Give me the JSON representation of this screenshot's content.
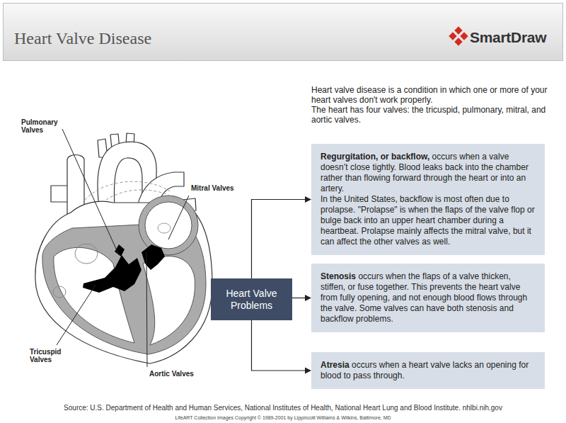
{
  "diagram": {
    "title": "Heart Valve Disease",
    "nodes": [
      {
        "text": [
          "Heart Valve Problems"
        ]
      },
      {
        "text": [
          "Regurgitation, or backflow,",
          "occurs when a valve doesn’t close tightly. Blood leaks back into the chamber rather than flowing forward through the heart or into an artery.",
          "In the United States, backflow is most often due to prolapse. \"Prolapse\" is when the flaps of the valve flop or bulge back into an upper heart chamber during a heartbeat. Prolapse mainly affects the mitral valve, but it can affect the other valves as well."
        ]
      },
      {
        "text": [
          "Stenosis",
          "occurs when the flaps of a valve thicken, stiffen, or fuse together. This prevents the heart valve from fully opening, and not enough blood flows through the valve. Some valves can have both stenosis and backflow problems."
        ]
      },
      {
        "text": [
          "Atresia",
          "occurs when a heart valve lacks an opening for blood to pass through."
        ]
      }
    ],
    "edges": [
      {
        "from": 0,
        "to": 1,
        "arrow": "to"
      },
      {
        "from": 0,
        "to": 2,
        "arrow": "to"
      },
      {
        "from": 0,
        "to": 3,
        "arrow": "to"
      }
    ],
    "labels": [
      "SmartDraw",
      "Heart valve disease is a condition in which one or more of your heart valves don't work properly.",
      "The heart has four valves: the tricuspid, pulmonary, mitral, and aortic valves.",
      "Pulmonary Valves",
      "Mitral Valves",
      "Tricuspid Valves",
      "Aortic Valves",
      "Source: U.S. Department of Health and Human Services, National Institutes of Health, National Heart Lung and Blood Institute.  nhlbi.nih.gov",
      "LifeART Collection Images Copyright © 1989-2001 by Lippincott Williams & Wilkins, Baltimore, MD"
    ]
  }
}
